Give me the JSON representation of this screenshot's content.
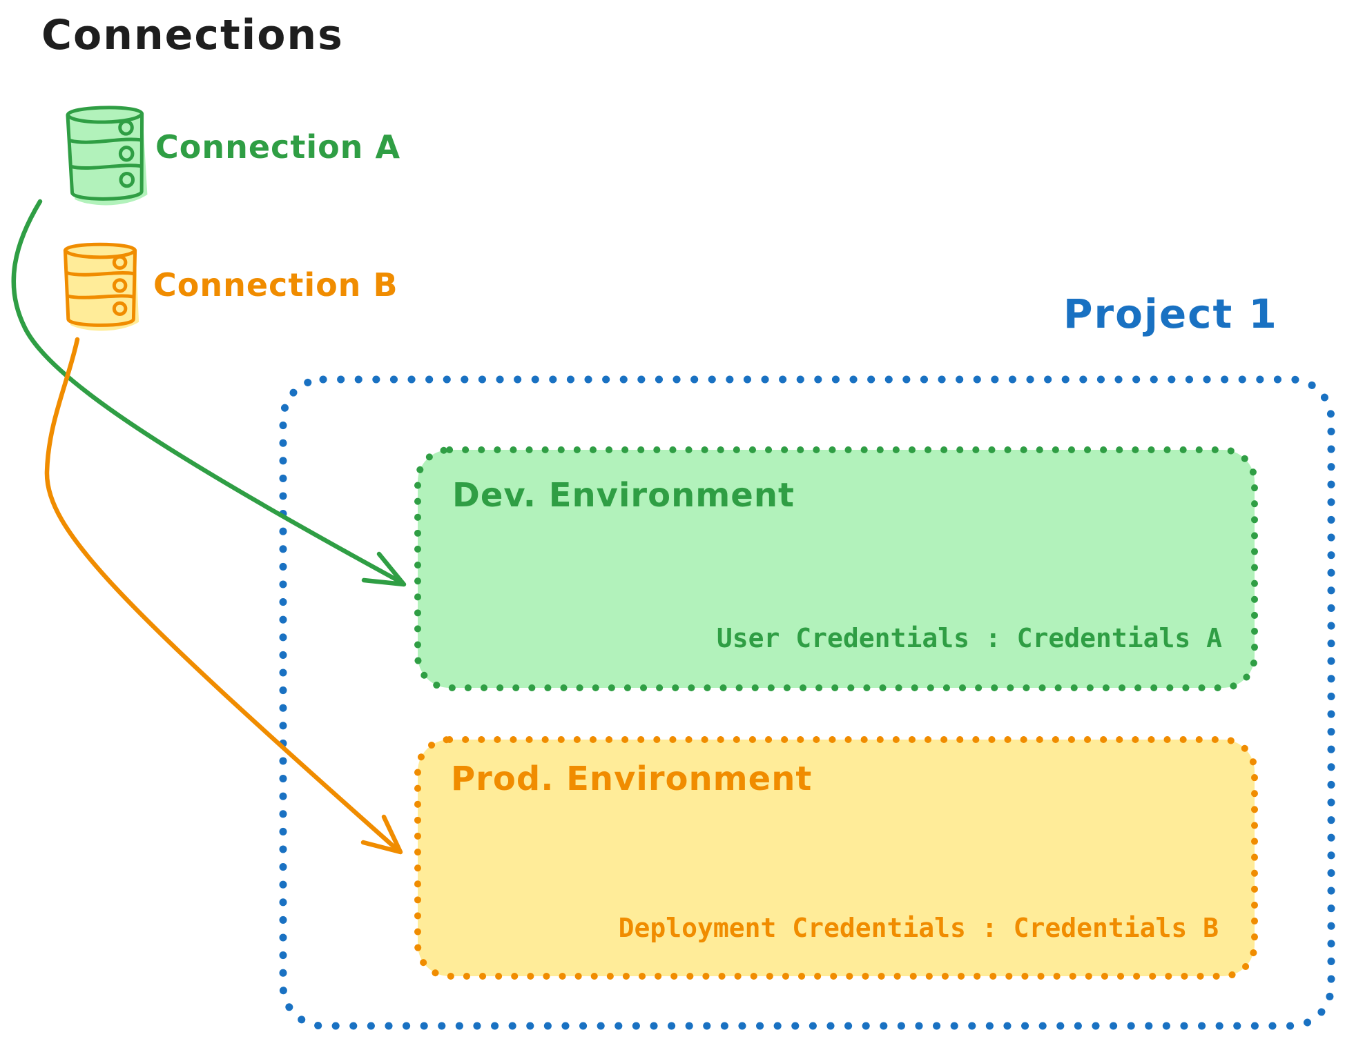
{
  "title": "Connections",
  "palette": {
    "ink": "#1e1e1e",
    "blue": "#1971c2",
    "green_stroke": "#2f9e44",
    "green_fill": "#b2f2bb",
    "orange_stroke": "#f08c00",
    "orange_fill": "#ffec99"
  },
  "connections": [
    {
      "icon": "database-icon",
      "label": "Connection A",
      "color": "#2f9e44"
    },
    {
      "icon": "database-icon",
      "label": "Connection B",
      "color": "#f08c00"
    }
  ],
  "project": {
    "label": "Project 1",
    "environments": [
      {
        "name": "Dev. Environment",
        "credentials": "User Credentials : Credentials A",
        "color": "#2f9e44",
        "fill": "#b2f2bb"
      },
      {
        "name": "Prod. Environment",
        "credentials": "Deployment Credentials : Credentials B",
        "color": "#f08c00",
        "fill": "#ffec99"
      }
    ]
  }
}
